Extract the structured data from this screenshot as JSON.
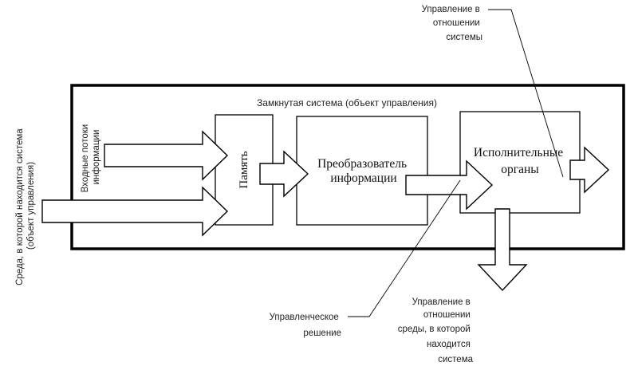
{
  "diagram": {
    "system_title": "Замкнутая система (объект управления)",
    "environment_label": [
      "Среда, в которой находится система",
      "(объект управления)"
    ],
    "input_flows_label": [
      "Входные потоки",
      "информации"
    ],
    "memory_label": "Память",
    "converter_label": [
      "Преобразователь",
      "информации"
    ],
    "executive_label": [
      "Исполнительные",
      "органы"
    ],
    "control_system_label": [
      "Управление в",
      "отношении",
      "системы"
    ],
    "control_environment_label": [
      "Управление в",
      "отношении",
      "среды, в которой",
      "находится",
      "система"
    ],
    "decision_label": [
      "Управленческое",
      "решение"
    ]
  }
}
